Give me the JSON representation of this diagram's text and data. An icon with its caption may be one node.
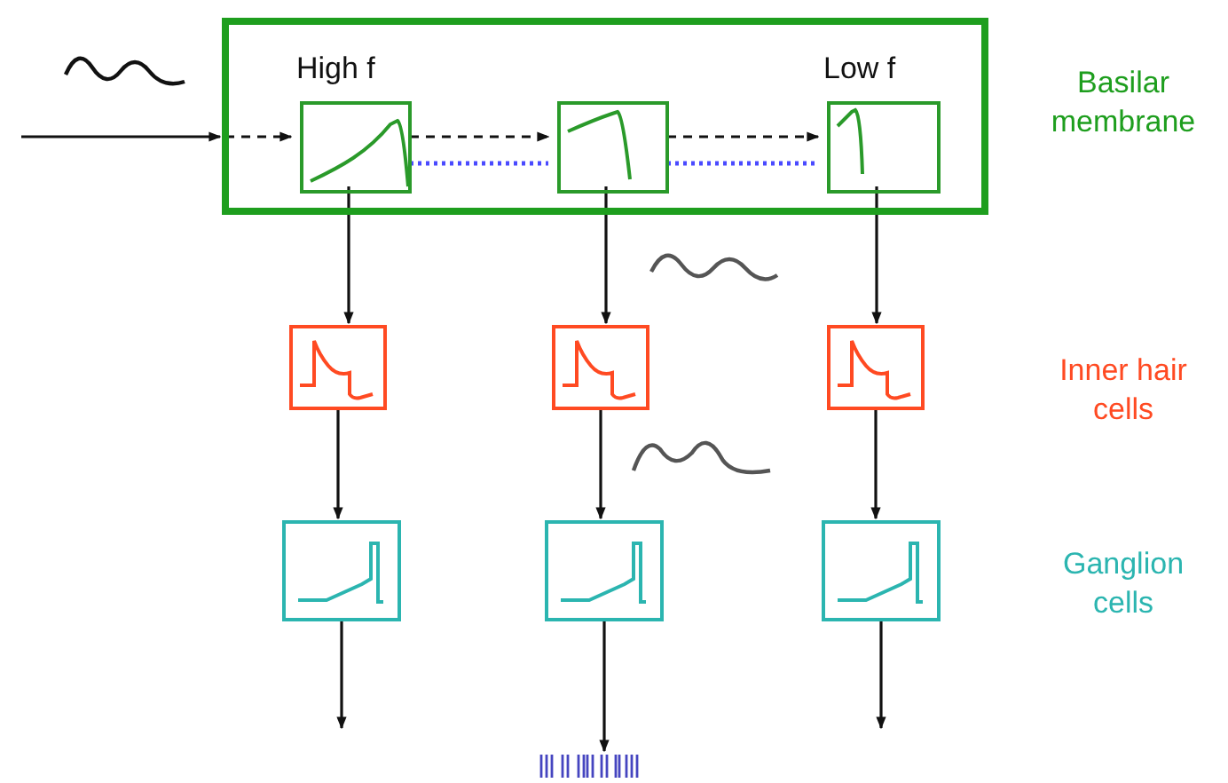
{
  "diagram": {
    "nodes": [
      {
        "text": [],
        "shape": "box"
      },
      {
        "text": [
          "High f"
        ],
        "in": 0
      },
      {
        "text": [],
        "shape": "box",
        "in": 0
      },
      {
        "text": [
          "Low f"
        ],
        "in": 0
      },
      {
        "text": [],
        "shape": "box"
      },
      {
        "text": [],
        "shape": "box"
      },
      {
        "text": [],
        "shape": "box"
      },
      {
        "text": [],
        "shape": "box"
      },
      {
        "text": [],
        "shape": "box"
      },
      {
        "text": [],
        "shape": "box"
      },
      {
        "text": [],
        "shape": "picture"
      }
    ],
    "edges": [
      {
        "from": null,
        "to": 0,
        "arrow": "to"
      },
      {
        "from": 0,
        "to": 1,
        "arrow": "to",
        "style": "dashed"
      },
      {
        "from": 1,
        "to": 2,
        "arrow": "to",
        "style": "dashed"
      },
      {
        "from": 2,
        "to": 3,
        "arrow": "to",
        "style": "dashed"
      },
      {
        "from": 1,
        "to": 2,
        "arrow": "none",
        "style": "dashed",
        "color": "#4a4aff"
      },
      {
        "from": 2,
        "to": 3,
        "arrow": "none",
        "style": "dashed",
        "color": "#4a4aff"
      },
      {
        "from": 1,
        "to": 4,
        "arrow": "to"
      },
      {
        "from": 2,
        "to": 5,
        "arrow": "to"
      },
      {
        "from": 3,
        "to": 6,
        "arrow": "to"
      },
      {
        "from": 4,
        "to": 7,
        "arrow": "to"
      },
      {
        "from": 5,
        "to": 8,
        "arrow": "to"
      },
      {
        "from": 6,
        "to": 9,
        "arrow": "to"
      },
      {
        "from": 7,
        "to": null,
        "arrow": "to"
      },
      {
        "from": 8,
        "to": 10,
        "arrow": "to"
      },
      {
        "from": 9,
        "to": null,
        "arrow": "to"
      }
    ],
    "labels": [
      "Basilar membrane",
      "Inner hair cells",
      "Ganglion cells"
    ]
  }
}
